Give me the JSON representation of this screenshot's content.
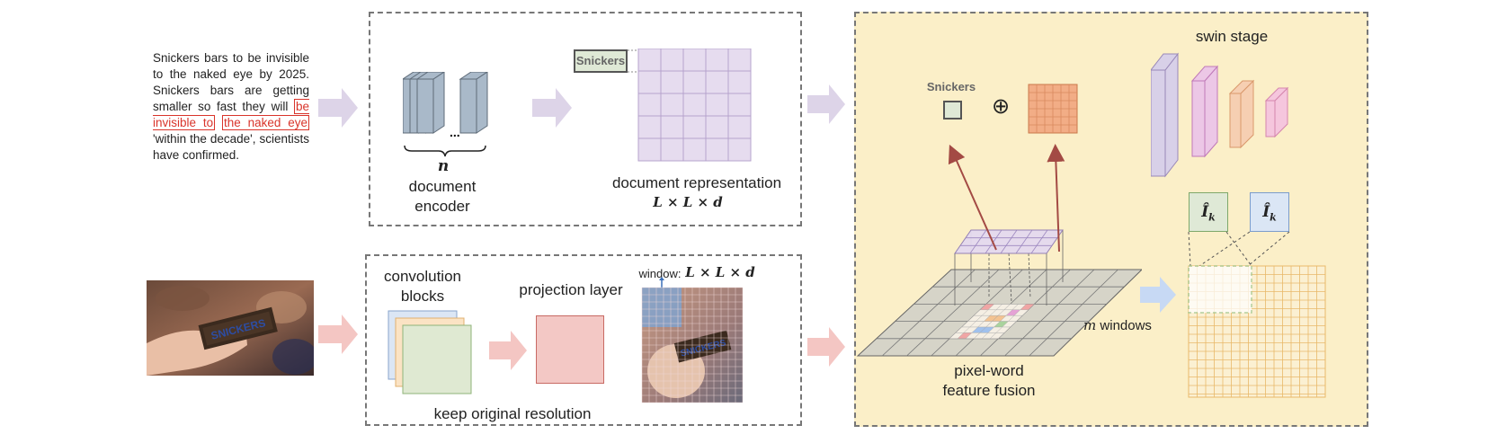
{
  "text_input": {
    "before": "Snickers bars to be invisible to the naked eye by 2025. Snickers bars are getting smaller so fast they will",
    "highlight_1": "be invisible to",
    "highlight_2": "the naked eye",
    "after": "'within the decade', scientists have confirmed."
  },
  "document_branch": {
    "encoder_count_symbol": "n",
    "dots": "...",
    "encoder_label_1": "document",
    "encoder_label_2": "encoder",
    "token_label": "Snickers",
    "representation_label": "document representation",
    "representation_dims": "L × L × d"
  },
  "image_branch": {
    "conv_label_1": "convolution",
    "conv_label_2": "blocks",
    "projection_label": "projection layer",
    "window_label": "window:",
    "window_dims": "L × L × d",
    "resolution_label": "keep original resolution",
    "photo_text": "SNICKERS"
  },
  "fusion": {
    "token_label": "Snickers",
    "plus_symbol": "⊕",
    "swin_label": "swin stage",
    "fusion_label_1": "pixel-word",
    "fusion_label_2": "feature fusion",
    "windows_var": "m",
    "windows_label": "windows",
    "ik_label_1": "Î",
    "ik_label_2": "Î",
    "ik_sub": "k"
  },
  "colors": {
    "doc_grid": "#e6dcef",
    "doc_grid_line": "#b6a3cc",
    "token_box": "#dfe9d6",
    "encoder_block": "#a9b9c9",
    "conv_blue": "#dbe6f5",
    "conv_orange": "#fbe3c4",
    "conv_green": "#dfe9d2",
    "projection": "#f3c8c5",
    "fusion_bg": "#fbefc8",
    "orange_grid": "#f2ad86",
    "output_grid_line": "#e9b96a",
    "arrow_red": "#a34a44",
    "arrow_purple": "#ddd4e8",
    "arrow_pink": "#f4c6c3",
    "arrow_blue": "#c7d9f4"
  }
}
